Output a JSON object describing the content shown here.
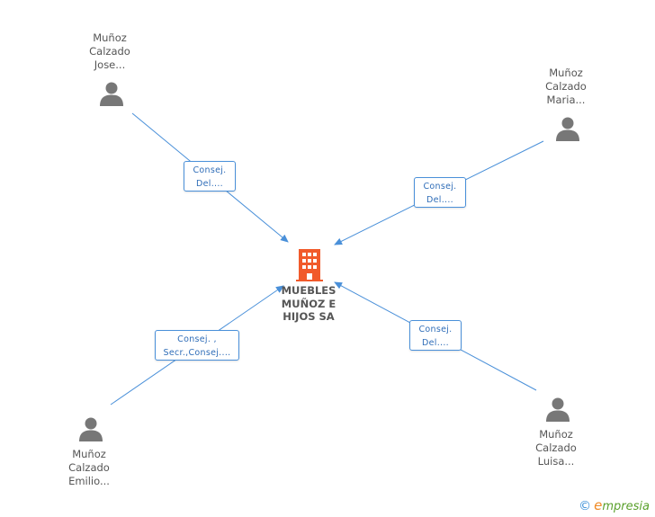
{
  "company": {
    "name_lines": [
      "MUEBLES",
      "MUÑOZ E",
      "HIJOS SA"
    ],
    "icon": "building-icon",
    "color": "#f15a2b"
  },
  "people": [
    {
      "lines": [
        "Muñoz",
        "Calzado",
        "Jose..."
      ],
      "role": [
        "Consej.",
        "Del...."
      ],
      "icon": "person-icon"
    },
    {
      "lines": [
        "Muñoz",
        "Calzado",
        "Maria..."
      ],
      "role": [
        "Consej.",
        "Del...."
      ],
      "icon": "person-icon"
    },
    {
      "lines": [
        "Muñoz",
        "Calzado",
        "Emilio..."
      ],
      "role": [
        "Consej. ,",
        "Secr.,Consej...."
      ],
      "icon": "person-icon"
    },
    {
      "lines": [
        "Muñoz",
        "Calzado",
        "Luisa..."
      ],
      "role": [
        "Consej.",
        "Del...."
      ],
      "icon": "person-icon"
    }
  ],
  "colors": {
    "edge": "#4a90d9",
    "person_icon": "#777777",
    "text": "#555555"
  },
  "brand": {
    "copyright": "©",
    "first_letter": "e",
    "rest": "mpresia"
  }
}
